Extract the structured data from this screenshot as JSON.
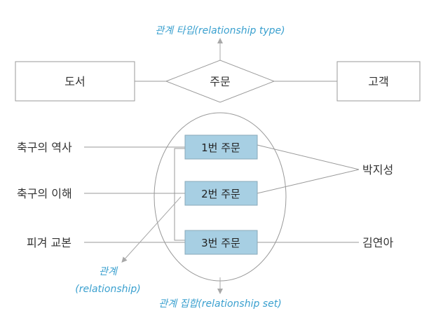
{
  "relationship_type_label": "관계 타입(relationship type)",
  "entities": {
    "left": "도서",
    "relationship": "주문",
    "right": "고객"
  },
  "books": [
    "축구의 역사",
    "축구의 이해",
    "피겨 교본"
  ],
  "orders": [
    "1번 주문",
    "2번 주문",
    "3번 주문"
  ],
  "customers": [
    "박지성",
    "김연아"
  ],
  "relationship_label": {
    "line1": "관계",
    "line2": "(relationship)"
  },
  "relationship_set_label": "관계 집합(relationship set)",
  "colors": {
    "line": "#999999",
    "box_border": "#9a9a9a",
    "order_fill": "#a7cfe3",
    "order_border": "#8aaab9",
    "accent_text": "#3aa0cf",
    "arrow": "#a8a8a8"
  }
}
